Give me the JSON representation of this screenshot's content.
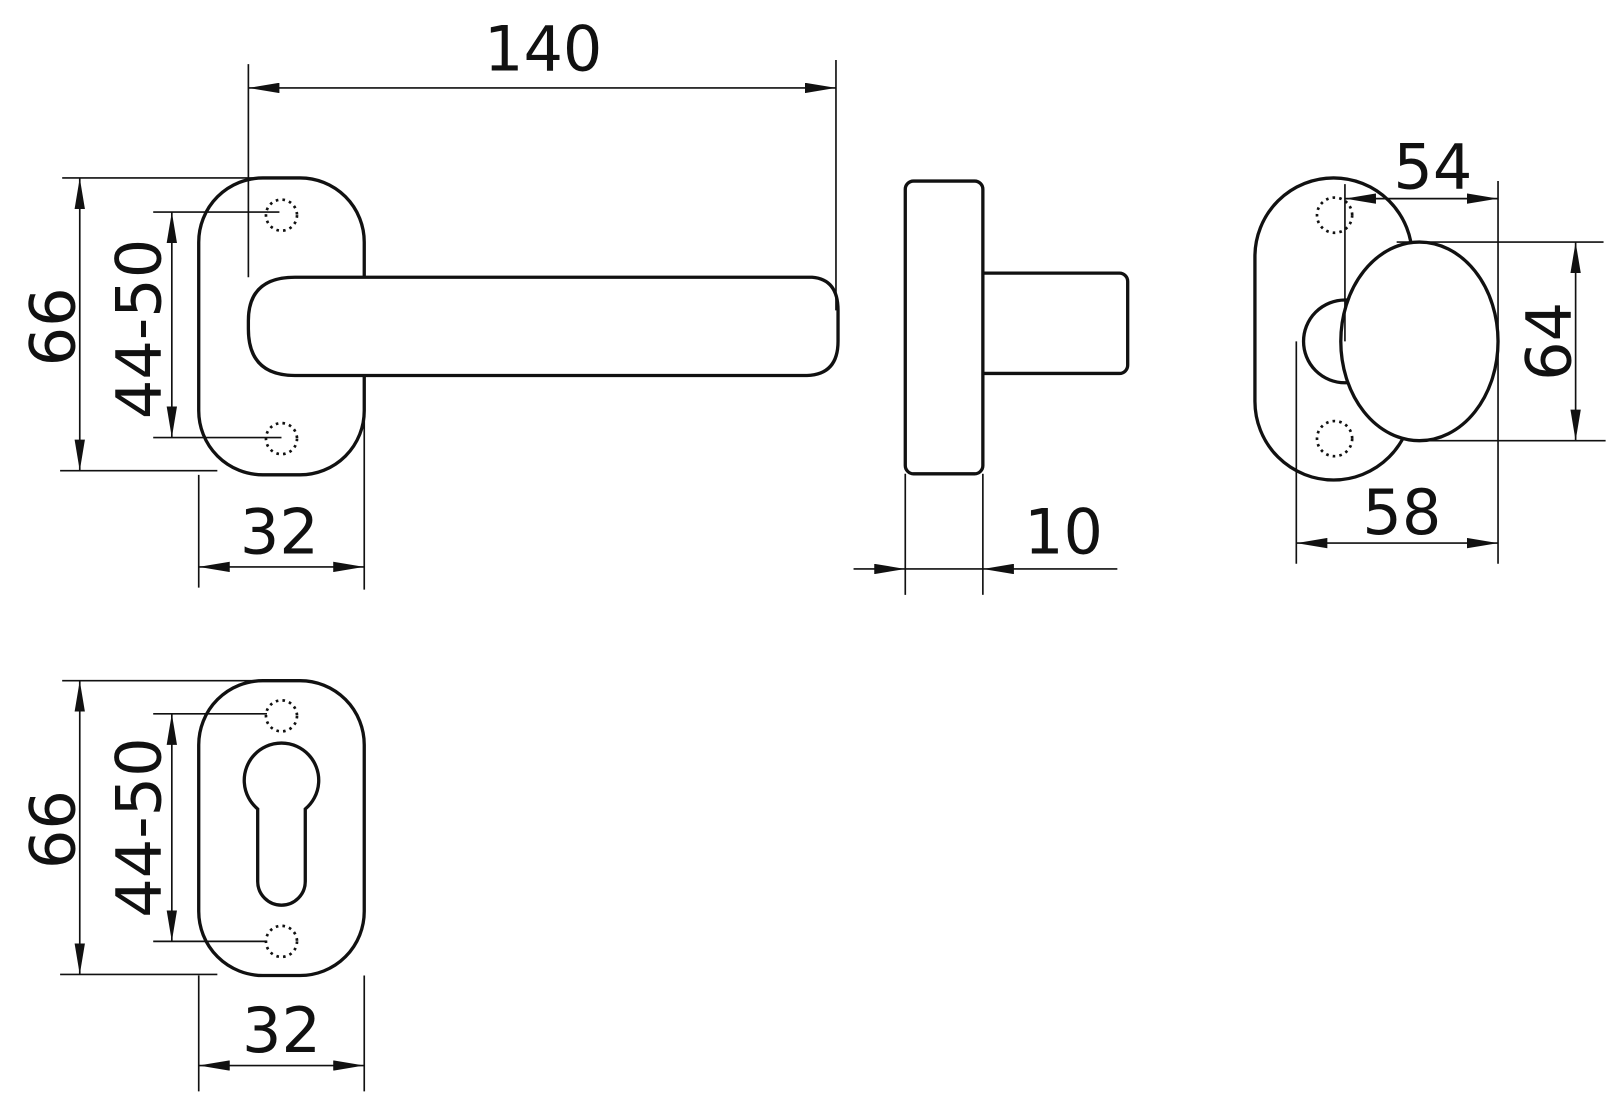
{
  "drawing": {
    "lever_view": {
      "length": "140",
      "rose_height": "66",
      "screw_spacing": "44-50",
      "rose_width": "32"
    },
    "side_view": {
      "door_thickness": "10"
    },
    "knob_view": {
      "knob_projection": "54",
      "knob_height": "64",
      "overall_width": "58"
    },
    "escutcheon_view": {
      "rose_height": "66",
      "screw_spacing": "44-50",
      "rose_width": "32"
    }
  }
}
